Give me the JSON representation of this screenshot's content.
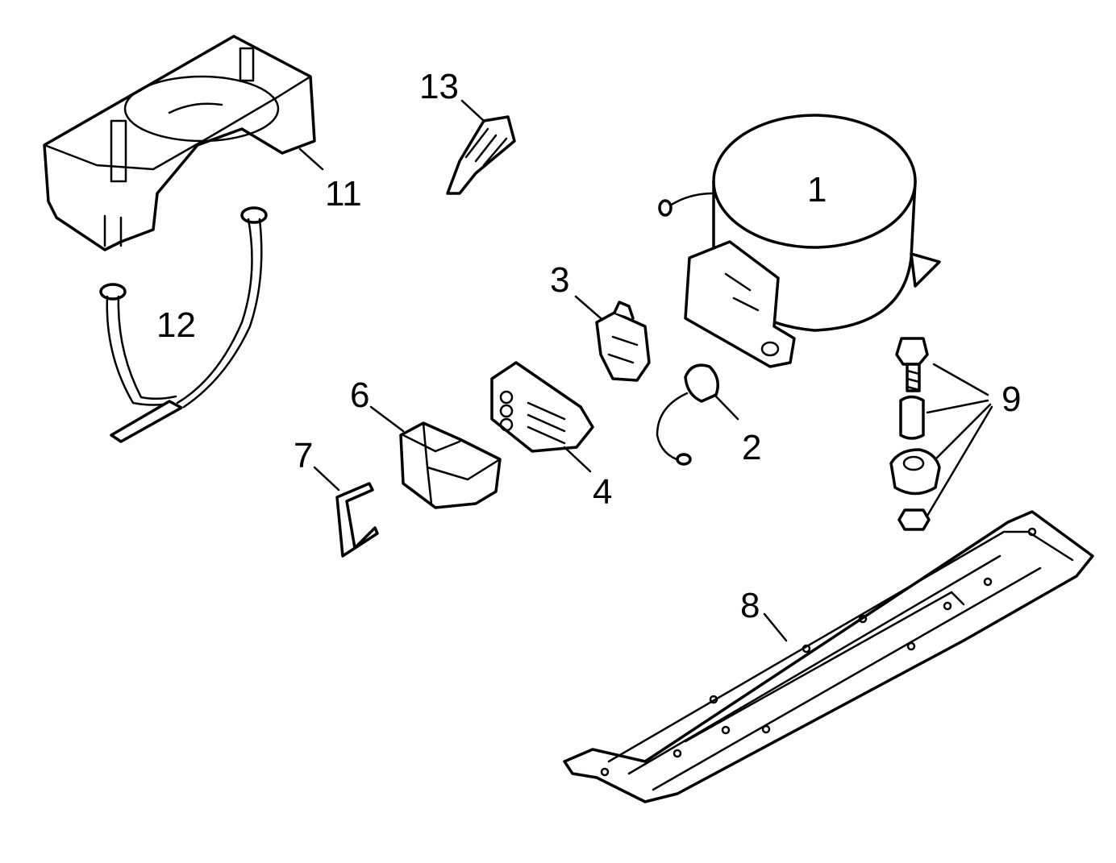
{
  "callouts": {
    "c1": "1",
    "c2": "2",
    "c3": "3",
    "c4": "4",
    "c6": "6",
    "c7": "7",
    "c8": "8",
    "c9": "9",
    "c11": "11",
    "c12": "12",
    "c13": "13"
  }
}
